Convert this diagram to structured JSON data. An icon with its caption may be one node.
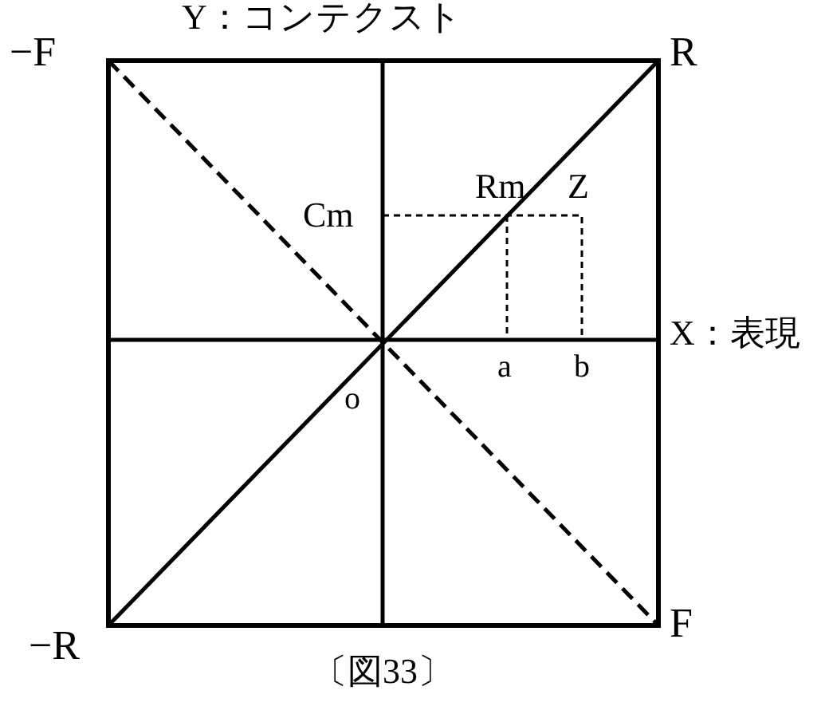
{
  "diagram": {
    "caption": "〔図33〕",
    "labels": [
      "−F",
      "Y：コンテクスト",
      "R",
      "Cm",
      "Rm",
      "Z",
      "X：表現",
      "a",
      "b",
      "o",
      "−R",
      "F"
    ]
  }
}
